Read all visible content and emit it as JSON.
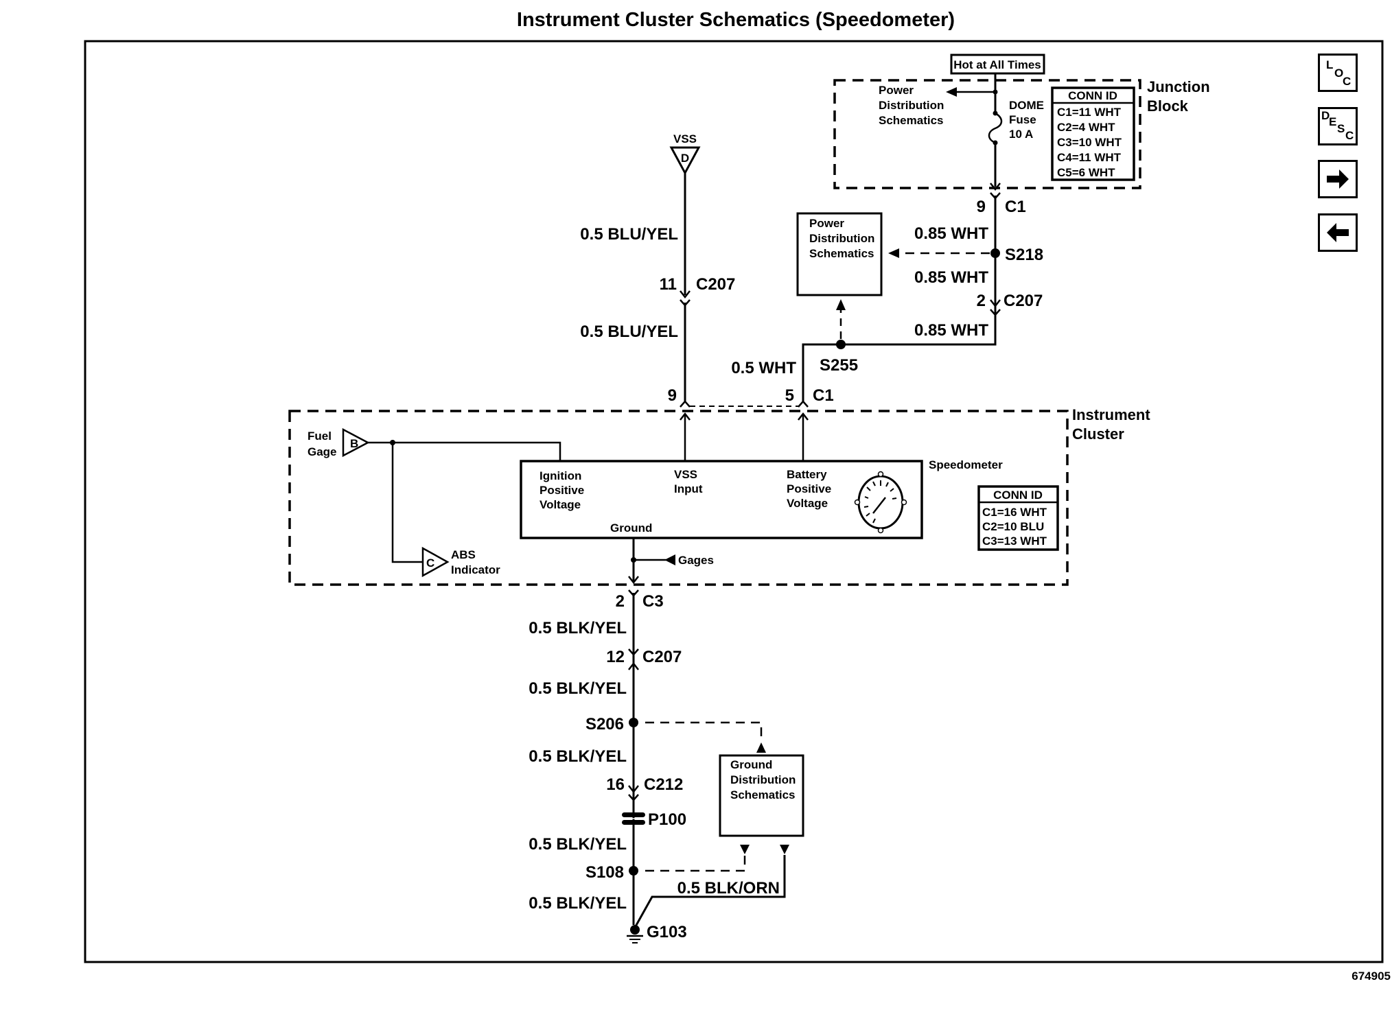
{
  "title": "Instrument Cluster Schematics (Speedometer)",
  "figure_id": "674905",
  "nav_buttons": {
    "loc": [
      "L",
      "O",
      "C"
    ],
    "desc": [
      "D",
      "E",
      "S",
      "C"
    ],
    "next": "right-arrow",
    "prev": "left-arrow"
  },
  "junction_block": {
    "label_line1": "Junction",
    "label_line2": "Block",
    "hot_label": "Hot at All Times",
    "power_dist": [
      "Power",
      "Distribution",
      "Schematics"
    ],
    "fuse": [
      "DOME",
      "Fuse",
      "10 A"
    ],
    "conn_id_header": "CONN ID",
    "conn_ids": [
      "C1=11 WHT",
      "C2=4 WHT",
      "C3=10 WHT",
      "C4=11 WHT",
      "C5=6 WHT"
    ]
  },
  "power_wire": {
    "c1_pin": "9",
    "c1_label": "C1",
    "wire1": "0.85 WHT",
    "splice1": "S218",
    "wire2": "0.85 WHT",
    "c207_pin": "2",
    "c207_label": "C207",
    "wire3": "0.85 WHT",
    "splice2": "S255",
    "wire4": "0.5 WHT",
    "cluster_pin": "5",
    "cluster_conn": "C1",
    "power_dist_box": [
      "Power",
      "Distribution",
      "Schematics"
    ]
  },
  "vss_wire": {
    "label": "VSS",
    "symbol": "D",
    "wire1": "0.5 BLU/YEL",
    "c207_pin": "11",
    "c207_label": "C207",
    "wire2": "0.5 BLU/YEL",
    "cluster_pin": "9"
  },
  "instrument_cluster": {
    "label_line1": "Instrument",
    "label_line2": "Cluster",
    "fuel_gage": [
      "Fuel",
      "Gage"
    ],
    "fuel_symbol": "B",
    "abs": [
      "ABS",
      "Indicator"
    ],
    "abs_symbol": "C",
    "speedometer_label": "Speedometer",
    "ignition": [
      "Ignition",
      "Positive",
      "Voltage"
    ],
    "vss_input": [
      "VSS",
      "Input"
    ],
    "battery": [
      "Battery",
      "Positive",
      "Voltage"
    ],
    "ground": "Ground",
    "gages": "Gages",
    "conn_id_header": "CONN ID",
    "conn_ids": [
      "C1=16 WHT",
      "C2=10 BLU",
      "C3=13 WHT"
    ]
  },
  "ground_wire": {
    "c3_pin": "2",
    "c3_label": "C3",
    "wire1": "0.5 BLK/YEL",
    "c207_pin": "12",
    "c207_label": "C207",
    "wire2": "0.5 BLK/YEL",
    "splice1": "S206",
    "wire3": "0.5 BLK/YEL",
    "c212_pin": "16",
    "c212_label": "C212",
    "pass_through": "P100",
    "wire4": "0.5 BLK/YEL",
    "splice2": "S108",
    "wire5": "0.5 BLK/YEL",
    "orn_wire": "0.5 BLK/ORN",
    "ground": "G103",
    "ground_dist_box": [
      "Ground",
      "Distribution",
      "Schematics"
    ]
  }
}
